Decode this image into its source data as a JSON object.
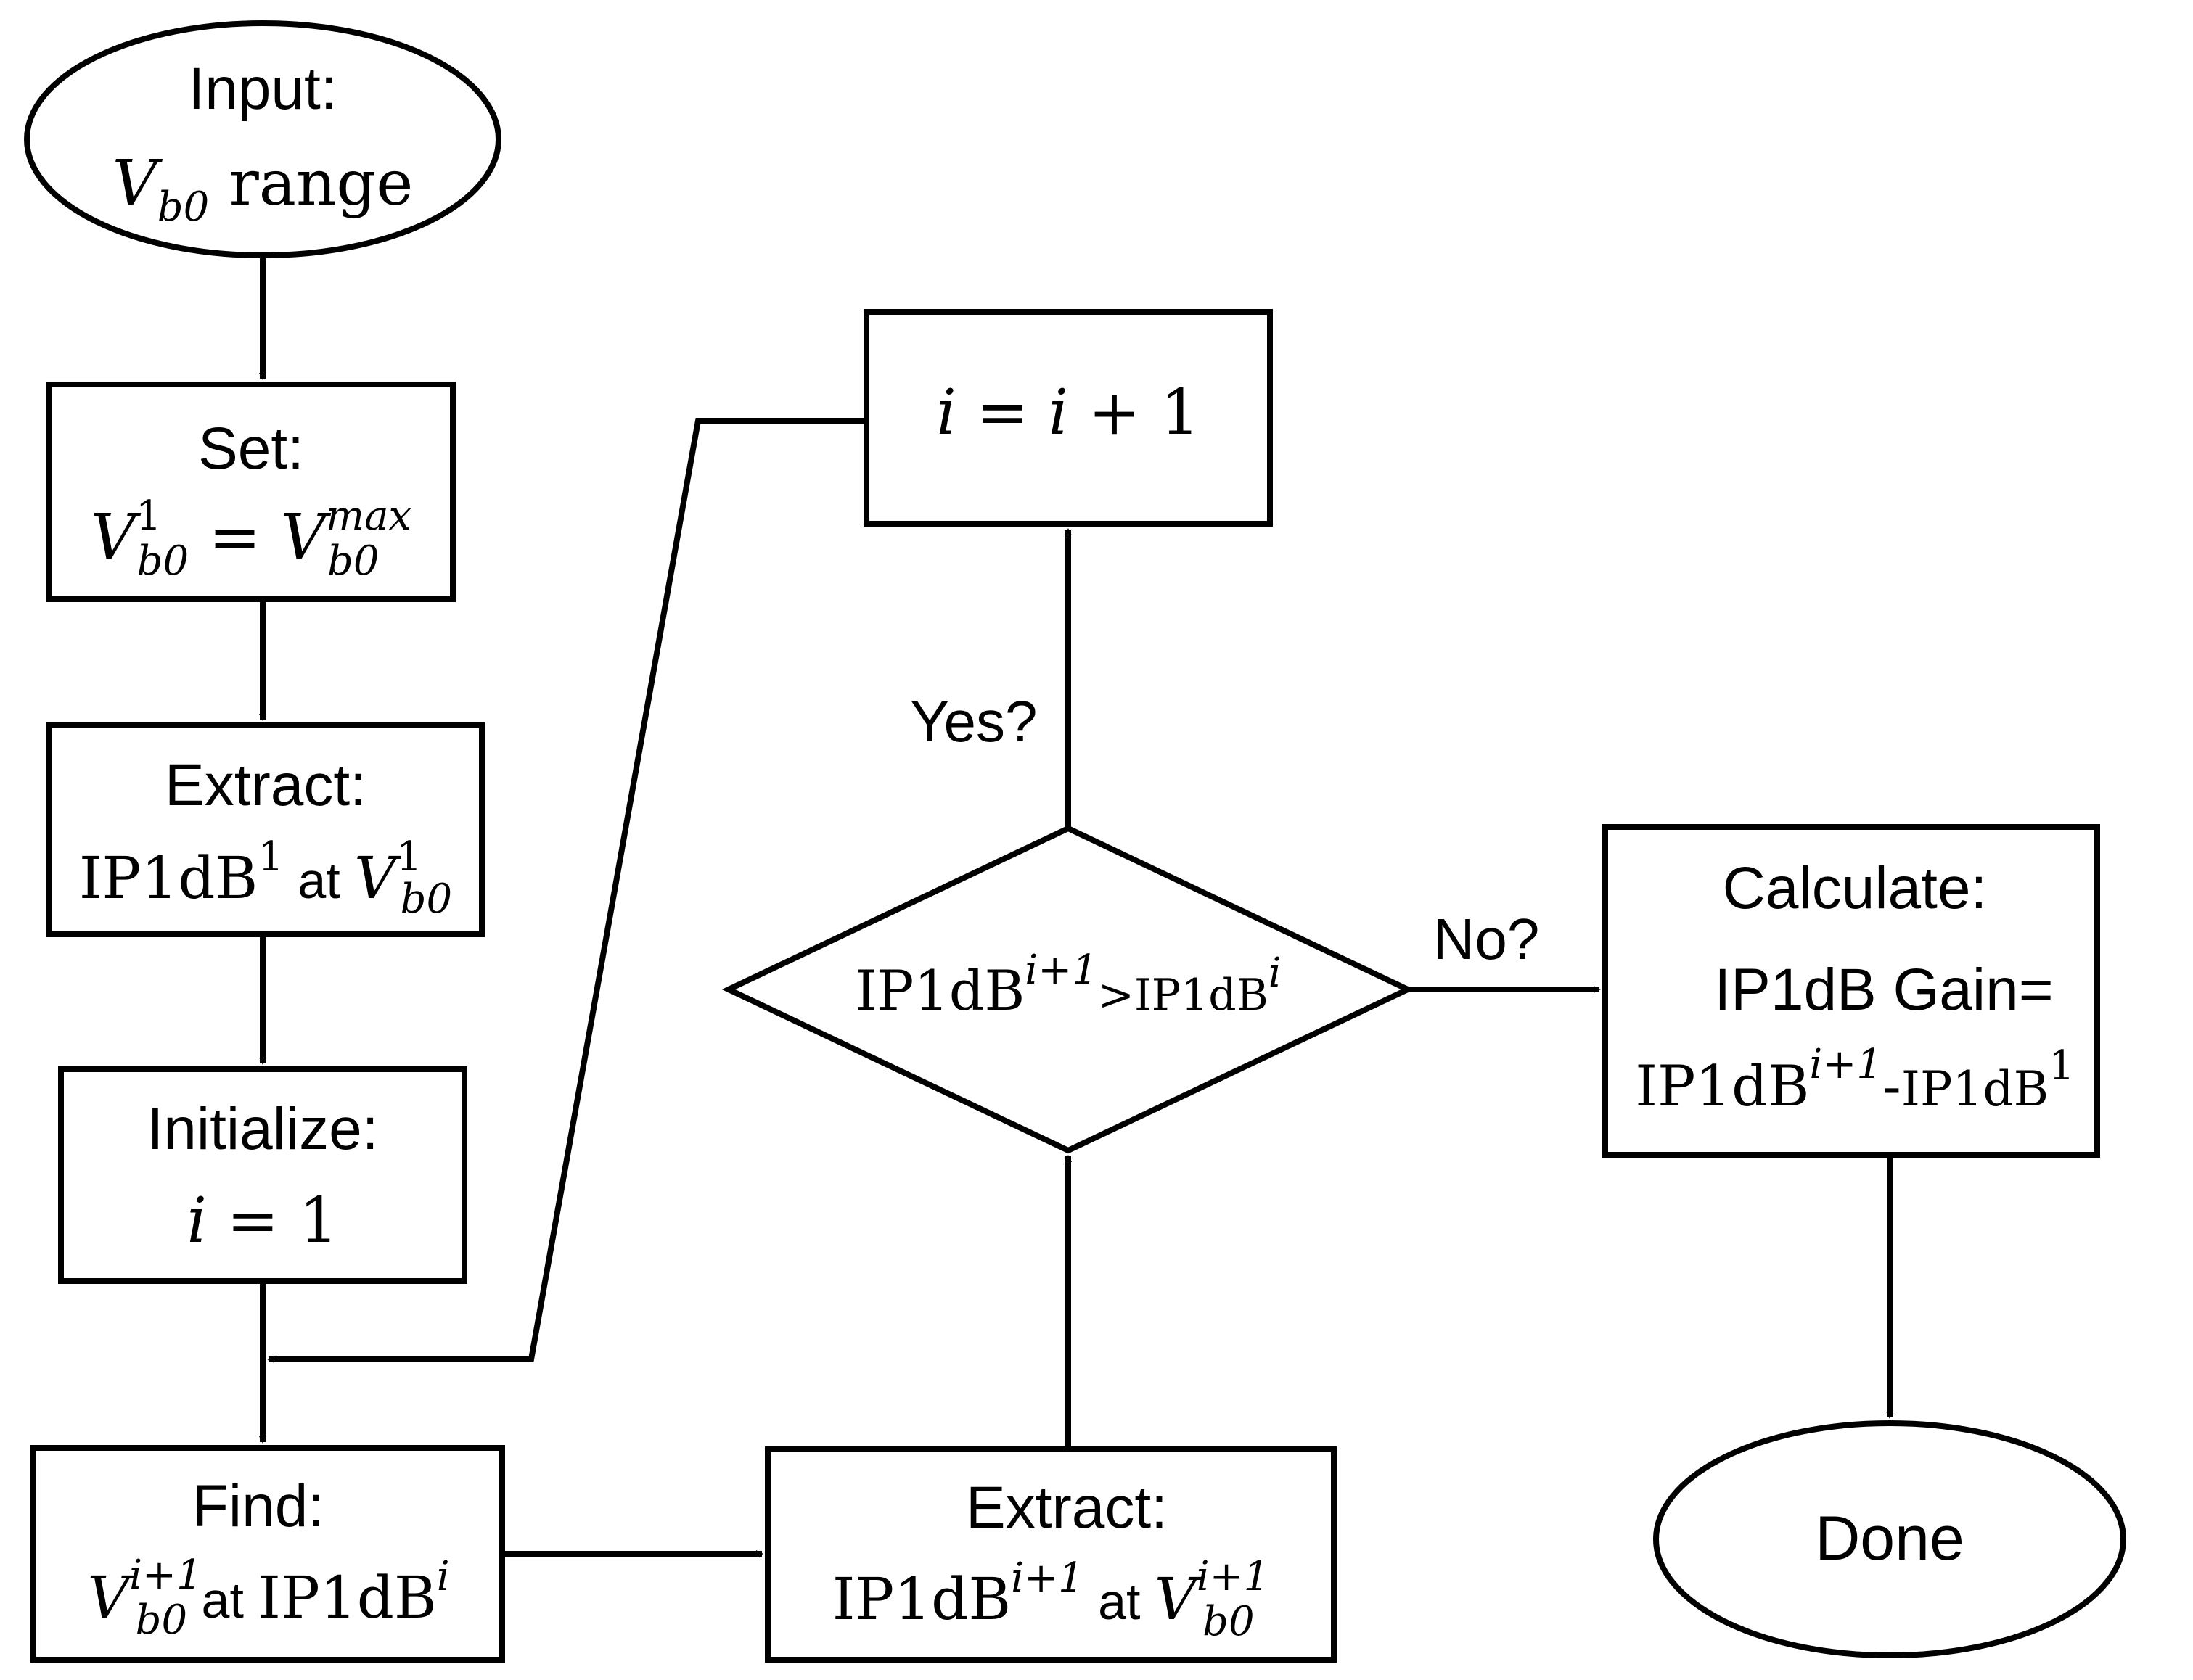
{
  "nodes": {
    "input": {
      "title": "Input:",
      "var": "V",
      "sub": "b0",
      "rest": " range"
    },
    "set": {
      "title": "Set:",
      "lhs_var": "V",
      "lhs_sup": "1",
      "lhs_sub": "b0",
      "eq": " = ",
      "rhs_var": "V",
      "rhs_sup": "max",
      "rhs_sub": "b0"
    },
    "extract1": {
      "title": "Extract:",
      "ip": "IP1dB",
      "ip_sup": "1",
      "at": " at ",
      "var": "V",
      "var_sup": "1",
      "var_sub": "b0"
    },
    "initialize": {
      "title": "Initialize:",
      "expr_var": "i",
      "expr_rest": " = 1"
    },
    "find": {
      "title": "Find:",
      "var": "V",
      "var_sup": "i+1",
      "var_sub": "b0",
      "at": " at ",
      "ip": "IP1dB",
      "ip_sup": "i"
    },
    "extract2": {
      "title": "Extract:",
      "ip": "IP1dB",
      "ip_sup": "i+1",
      "at": " at ",
      "var": "V",
      "var_sup": "i+1",
      "var_sub": "b0"
    },
    "decision": {
      "ip_a": "IP1dB",
      "ip_a_sup": "i+1",
      "gt": ">",
      "ip_b": "IP1dB",
      "ip_b_sup": "i"
    },
    "increment": {
      "lhs": "i",
      "eq": " = ",
      "rhs": "i",
      "rest": " + 1"
    },
    "calculate": {
      "title": "Calculate:",
      "line2": "IP1dB Gain=",
      "ip_a": "IP1dB",
      "ip_a_sup": "i+1",
      "dash": "-",
      "ip_b": "IP1dB",
      "ip_b_sup": "1"
    },
    "done": {
      "label": "Done"
    }
  },
  "edge_labels": {
    "yes": "Yes?",
    "no": "No?"
  },
  "colors": {
    "stroke": "#000000",
    "fill": "#ffffff"
  }
}
